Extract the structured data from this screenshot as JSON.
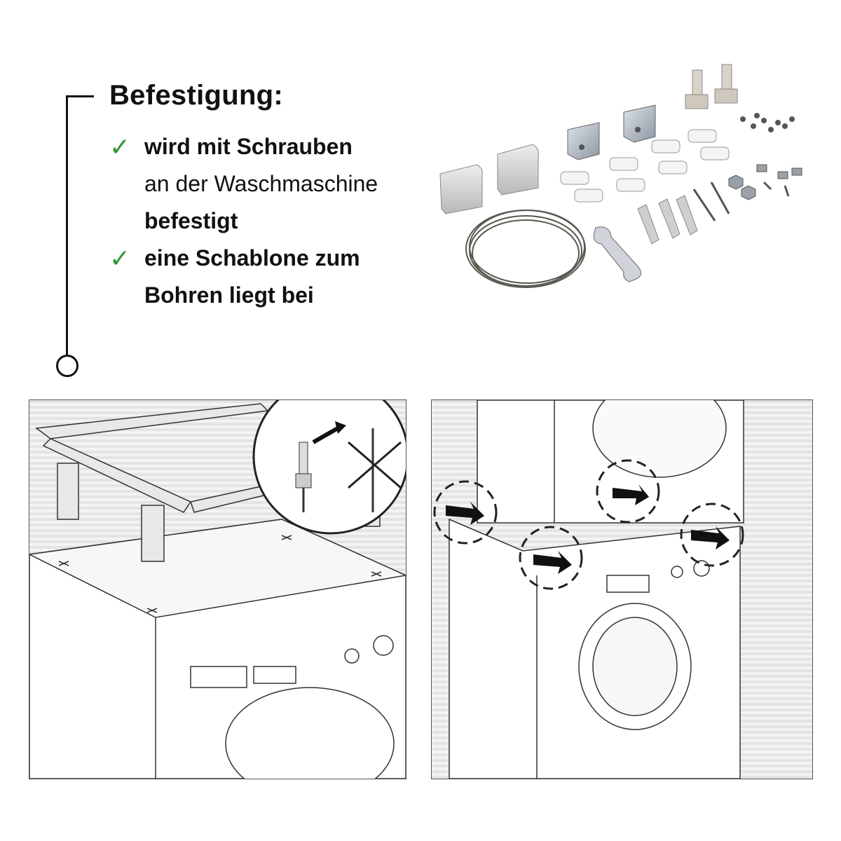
{
  "heading": "Befestigung:",
  "items": [
    {
      "icon": "check-icon",
      "lines": [
        {
          "text": "wird mit Schrauben",
          "weight": "bold"
        },
        {
          "text": "an der Waschmaschine",
          "weight": "normal"
        },
        {
          "text": "befestigt",
          "weight": "bold"
        }
      ]
    },
    {
      "icon": "check-icon",
      "lines": [
        {
          "text": "eine Schablone zum",
          "weight": "bold"
        },
        {
          "text": "Bohren liegt bei",
          "weight": "bold"
        }
      ]
    }
  ],
  "colors": {
    "check": "#2c9a2c",
    "text": "#111111",
    "line": "#111111"
  }
}
